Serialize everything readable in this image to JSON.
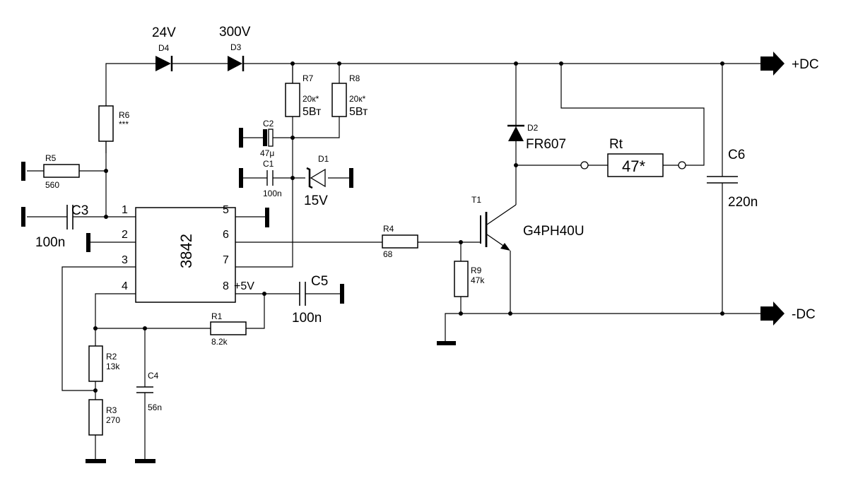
{
  "net_labels": {
    "pos_dc": "+DC",
    "neg_dc": "-DC",
    "v24": "24V",
    "v300": "300V",
    "v15": "15V",
    "v5": "+5V"
  },
  "ic": {
    "name": "3842",
    "pins": [
      "1",
      "2",
      "3",
      "4",
      "5",
      "6",
      "7",
      "8"
    ]
  },
  "components": {
    "D4": {
      "ref": "D4"
    },
    "D3": {
      "ref": "D3"
    },
    "D2": {
      "ref": "D2",
      "value": "FR607"
    },
    "D1": {
      "ref": "D1"
    },
    "R7": {
      "ref": "R7",
      "value": "20к*",
      "power": "5Вт"
    },
    "R8": {
      "ref": "R8",
      "value": "20к*",
      "power": "5Вт"
    },
    "R6": {
      "ref": "R6",
      "value": "***"
    },
    "R5": {
      "ref": "R5",
      "value": "560"
    },
    "C2": {
      "ref": "C2",
      "value": "47μ"
    },
    "C1": {
      "ref": "C1",
      "value": "100n"
    },
    "C3": {
      "ref": "C3",
      "value": "100n"
    },
    "C5": {
      "ref": "C5",
      "value": "100n"
    },
    "C6": {
      "ref": "C6",
      "value": "220n"
    },
    "C4": {
      "ref": "C4",
      "value": "56n"
    },
    "Rt": {
      "ref": "Rt",
      "value": "47*"
    },
    "R4": {
      "ref": "R4",
      "value": "68"
    },
    "T1": {
      "ref": "T1",
      "value": "G4PH40U"
    },
    "R9": {
      "ref": "R9",
      "value": "47k"
    },
    "R1": {
      "ref": "R1",
      "value": "8.2k"
    },
    "R2": {
      "ref": "R2",
      "value": "13k"
    },
    "R3": {
      "ref": "R3",
      "value": "270"
    }
  }
}
